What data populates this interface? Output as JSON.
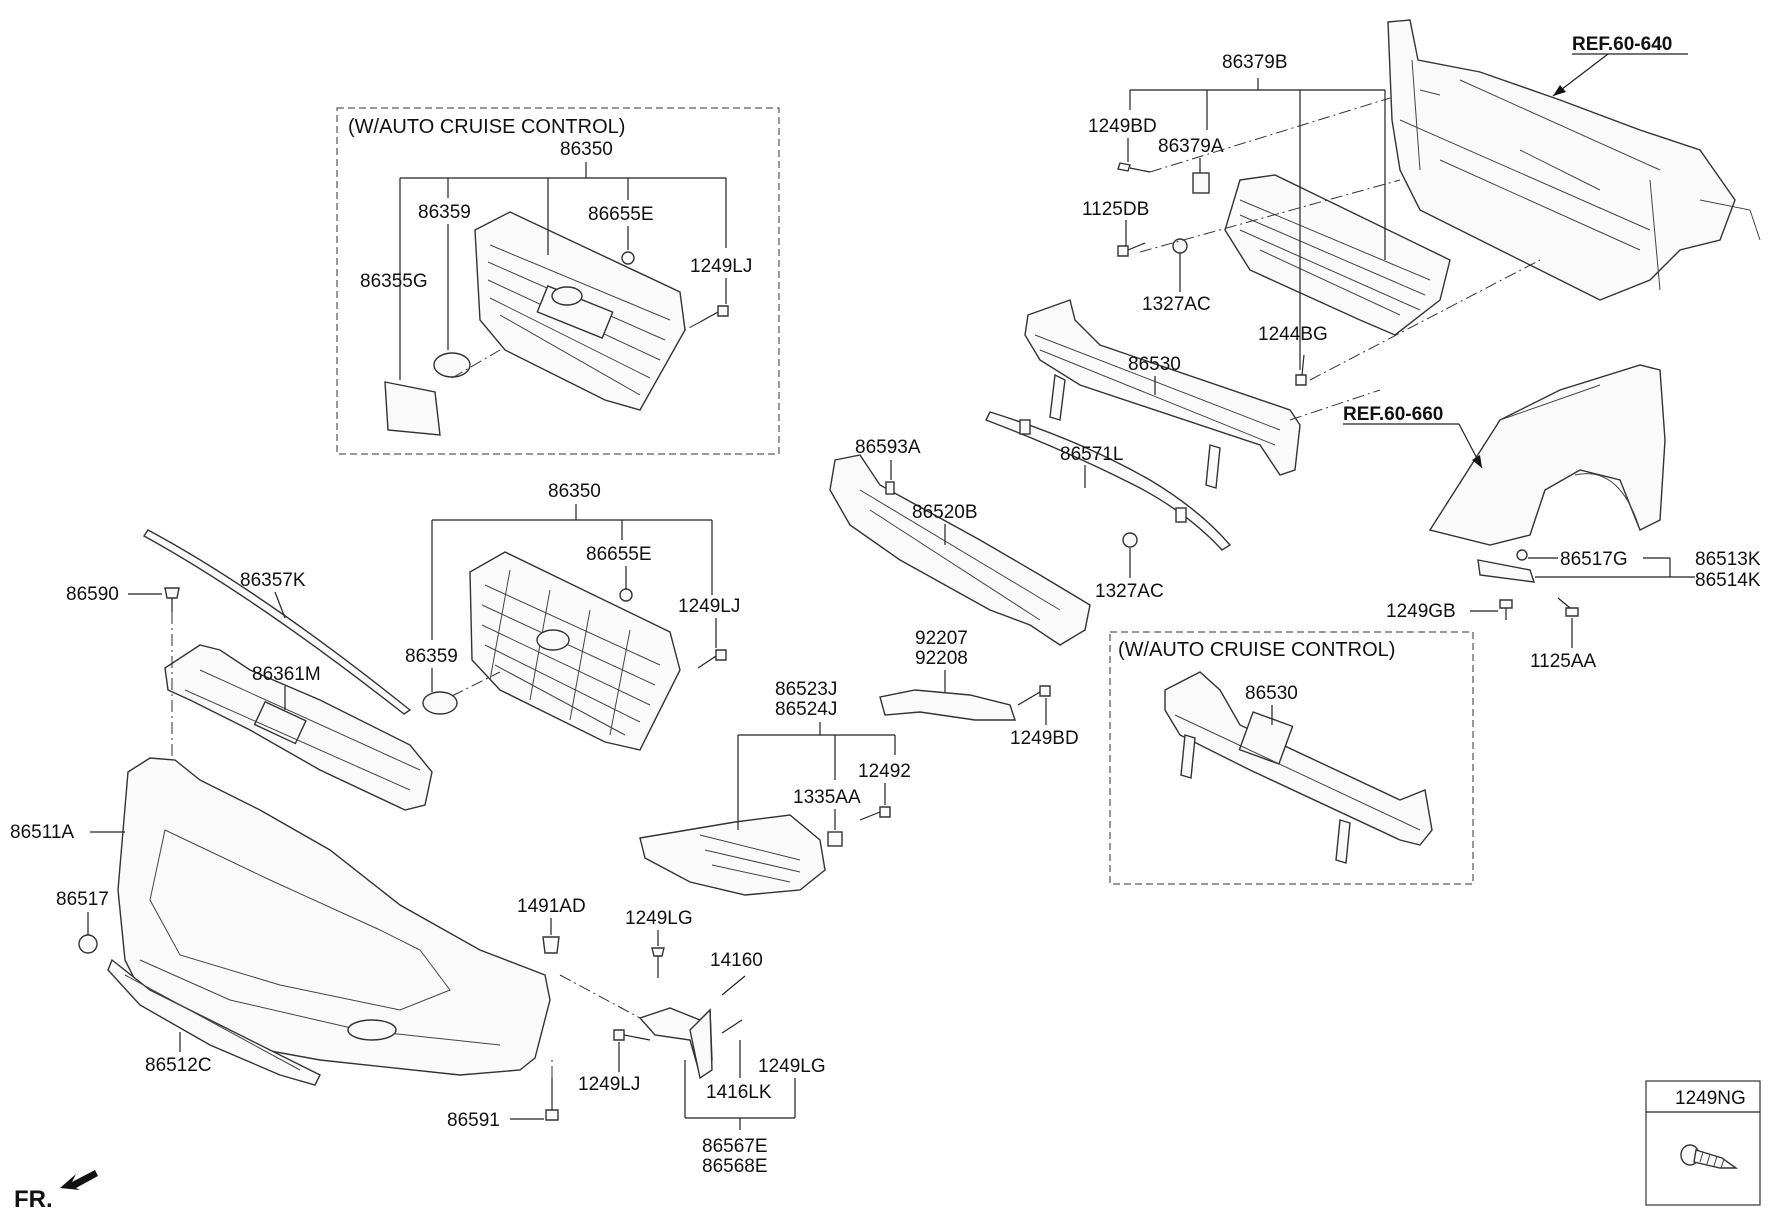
{
  "box_titles": {
    "acc_top": "(W/AUTO CRUISE CONTROL)",
    "acc_right": "(W/AUTO CRUISE CONTROL)"
  },
  "refs": {
    "ref_640": "REF.60-640",
    "ref_660": "REF.60-660"
  },
  "fr": "FR.",
  "legend_part": "1249NG",
  "labels": {
    "l_86379B": "86379B",
    "l_1249BD_a": "1249BD",
    "l_86379A": "86379A",
    "l_1125DB": "1125DB",
    "l_1327AC_a": "1327AC",
    "l_1244BG": "1244BG",
    "l_86350_a": "86350",
    "l_86359_a": "86359",
    "l_86655E_a": "86655E",
    "l_1249LJ_a": "1249LJ",
    "l_86355G": "86355G",
    "l_86530_a": "86530",
    "l_86593A": "86593A",
    "l_86571L": "86571L",
    "l_86520B": "86520B",
    "l_1327AC_b": "1327AC",
    "l_86517G": "86517G",
    "l_86513K": "86513K",
    "l_86514K": "86514K",
    "l_1249GB": "1249GB",
    "l_1125AA": "1125AA",
    "l_86350_b": "86350",
    "l_86655E_b": "86655E",
    "l_1249LJ_b": "1249LJ",
    "l_86359_b": "86359",
    "l_86590": "86590",
    "l_86357K": "86357K",
    "l_86361M": "86361M",
    "l_92207": "92207",
    "l_92208": "92208",
    "l_1249BD_b": "1249BD",
    "l_86523J": "86523J",
    "l_86524J": "86524J",
    "l_12492": "12492",
    "l_1335AA": "1335AA",
    "l_86530_b": "86530",
    "l_86511A": "86511A",
    "l_86517": "86517",
    "l_1491AD": "1491AD",
    "l_1249LG_a": "1249LG",
    "l_14160": "14160",
    "l_86512C": "86512C",
    "l_1249LJ_c": "1249LJ",
    "l_1416LK": "1416LK",
    "l_1249LG_b": "1249LG",
    "l_86591": "86591",
    "l_86567E": "86567E",
    "l_86568E": "86568E"
  }
}
